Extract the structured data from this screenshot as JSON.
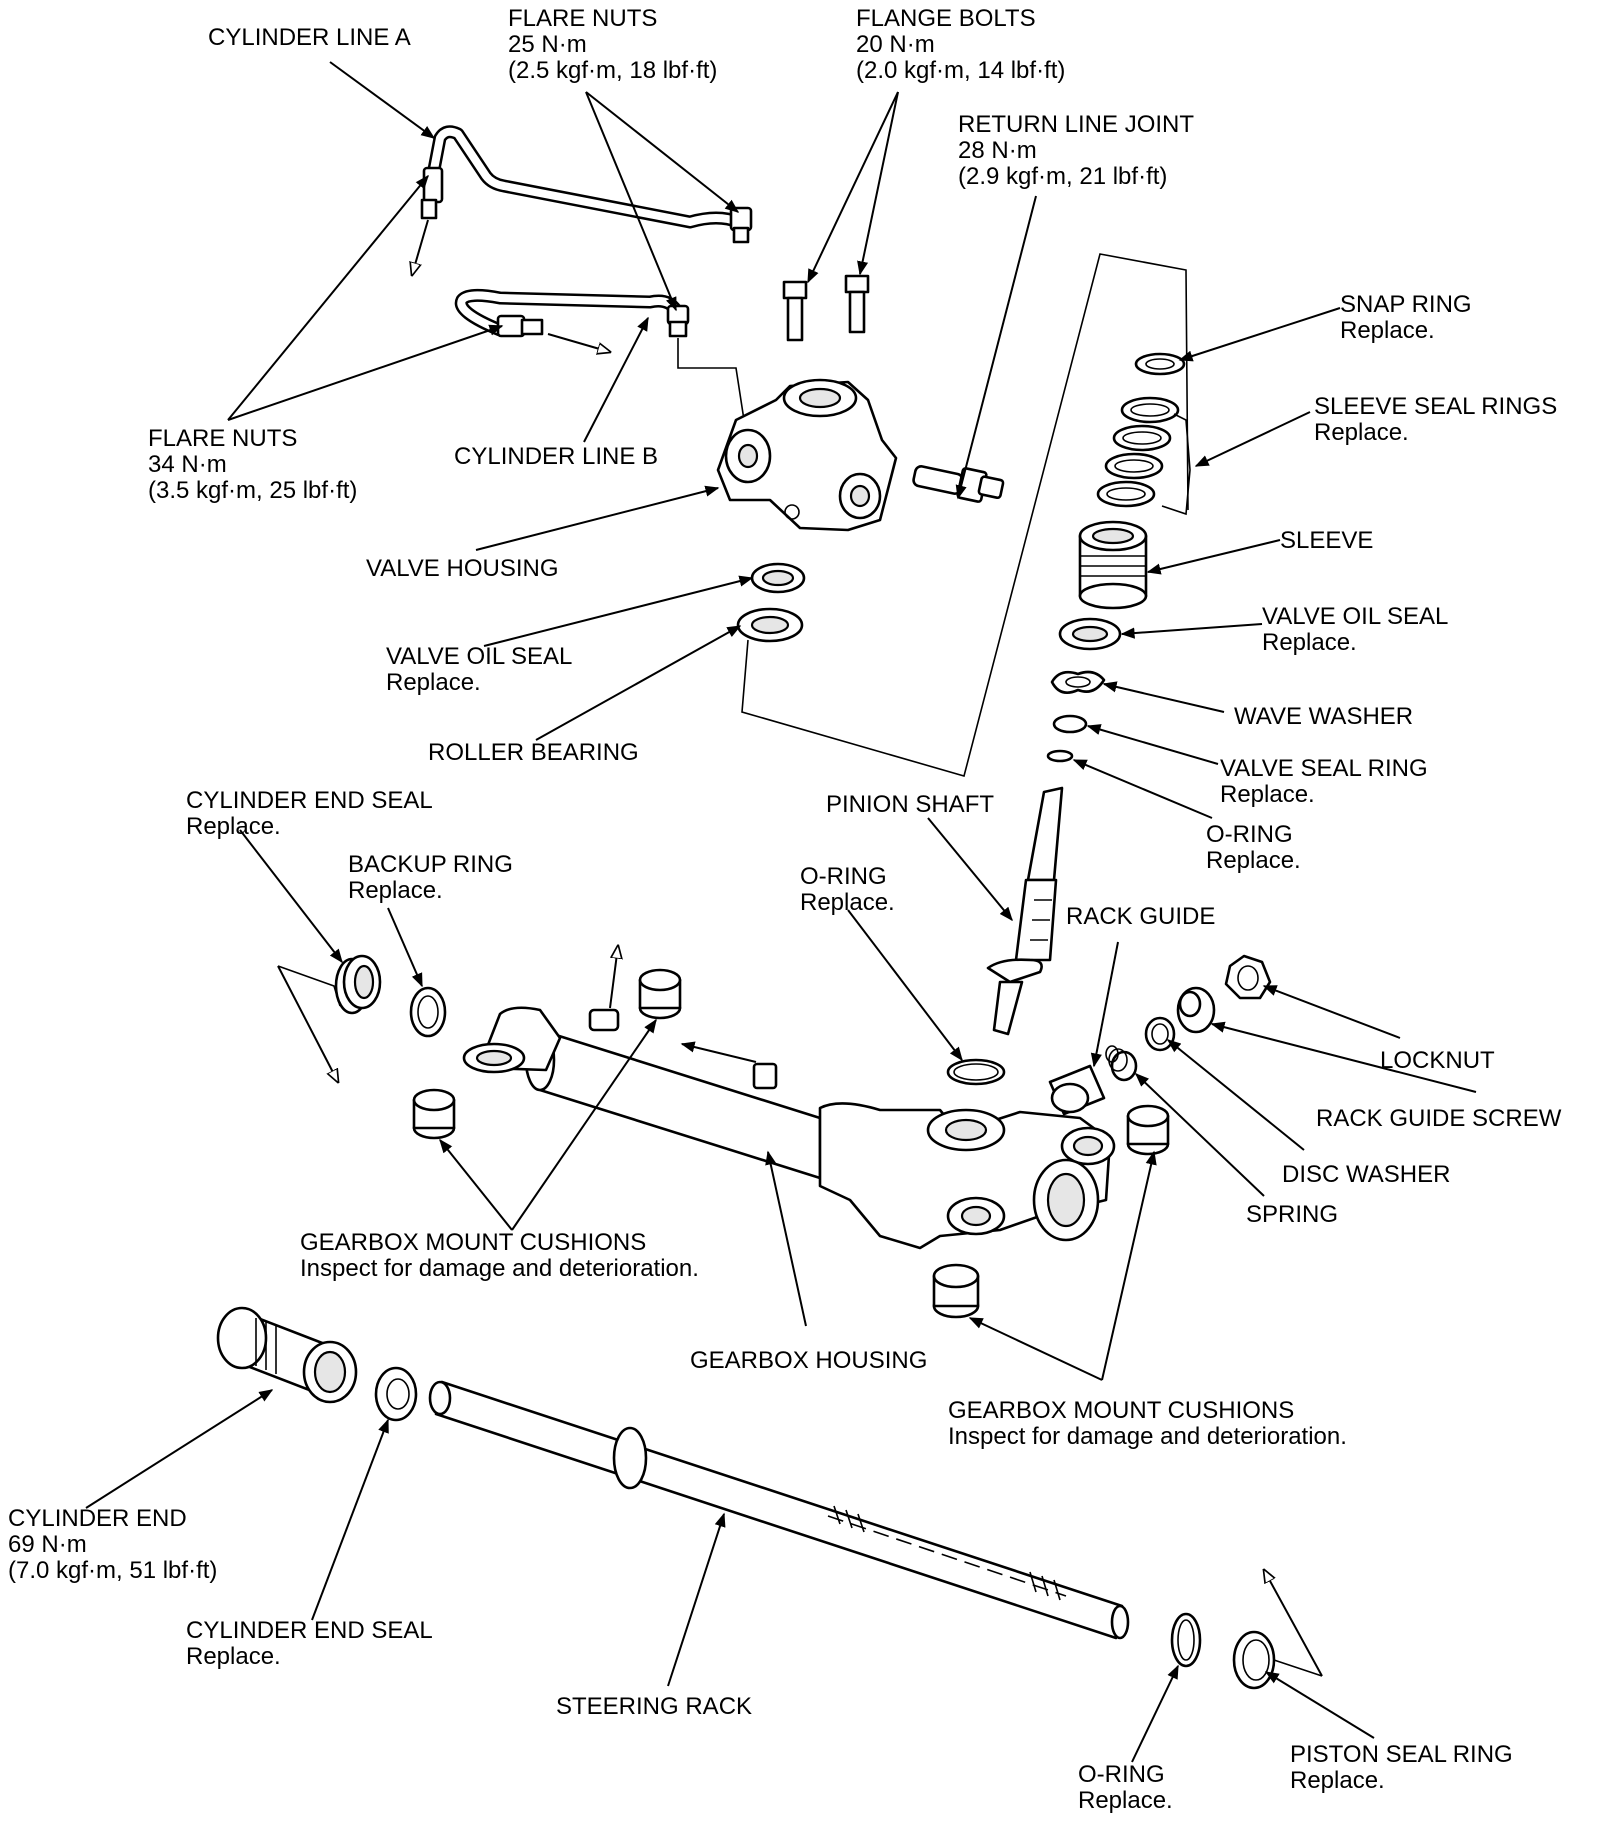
{
  "labels": {
    "cyl_line_a": "CYLINDER LINE A",
    "flare_nuts_top": [
      "FLARE NUTS",
      "25 N·m",
      "(2.5 kgf·m, 18 lbf·ft)"
    ],
    "flange_bolts": [
      "FLANGE BOLTS",
      "20 N·m",
      "(2.0 kgf·m, 14 lbf·ft)"
    ],
    "return_line_joint": [
      "RETURN LINE JOINT",
      "28 N·m",
      "(2.9 kgf·m, 21 lbf·ft)"
    ],
    "snap_ring": [
      "SNAP RING",
      "Replace."
    ],
    "sleeve_seal_rings": [
      "SLEEVE SEAL RINGS",
      "Replace."
    ],
    "flare_nuts_left": [
      "FLARE NUTS",
      "34 N·m",
      "(3.5 kgf·m, 25 lbf·ft)"
    ],
    "cyl_line_b": "CYLINDER LINE B",
    "sleeve": "SLEEVE",
    "valve_oil_seal_right": [
      "VALVE OIL SEAL",
      "Replace."
    ],
    "valve_housing": "VALVE HOUSING",
    "valve_oil_seal_left": [
      "VALVE OIL SEAL",
      "Replace."
    ],
    "wave_washer": "WAVE WASHER",
    "roller_bearing": "ROLLER BEARING",
    "valve_seal_ring": [
      "VALVE SEAL RING",
      "Replace."
    ],
    "cyl_end_seal_top": [
      "CYLINDER END SEAL",
      "Replace."
    ],
    "pinion_shaft": "PINION SHAFT",
    "oring_right": [
      "O-RING",
      "Replace."
    ],
    "backup_ring": [
      "BACKUP RING",
      "Replace."
    ],
    "oring_center": [
      "O-RING",
      "Replace."
    ],
    "rack_guide": "RACK GUIDE",
    "locknut": "LOCKNUT",
    "rack_guide_screw": "RACK GUIDE SCREW",
    "disc_washer": "DISC WASHER",
    "spring": "SPRING",
    "mount_cushions_left": [
      "GEARBOX MOUNT CUSHIONS",
      "Inspect for damage and deterioration."
    ],
    "gearbox_housing": "GEARBOX HOUSING",
    "mount_cushions_right": [
      "GEARBOX MOUNT CUSHIONS",
      "Inspect for damage and deterioration."
    ],
    "cylinder_end": [
      "CYLINDER END",
      "69 N·m",
      "(7.0 kgf·m, 51 lbf·ft)"
    ],
    "cyl_end_seal_bottom": [
      "CYLINDER END SEAL",
      "Replace."
    ],
    "steering_rack": "STEERING RACK",
    "oring_bottom": [
      "O-RING",
      "Replace."
    ],
    "piston_seal_ring": [
      "PISTON SEAL RING",
      "Replace."
    ]
  }
}
